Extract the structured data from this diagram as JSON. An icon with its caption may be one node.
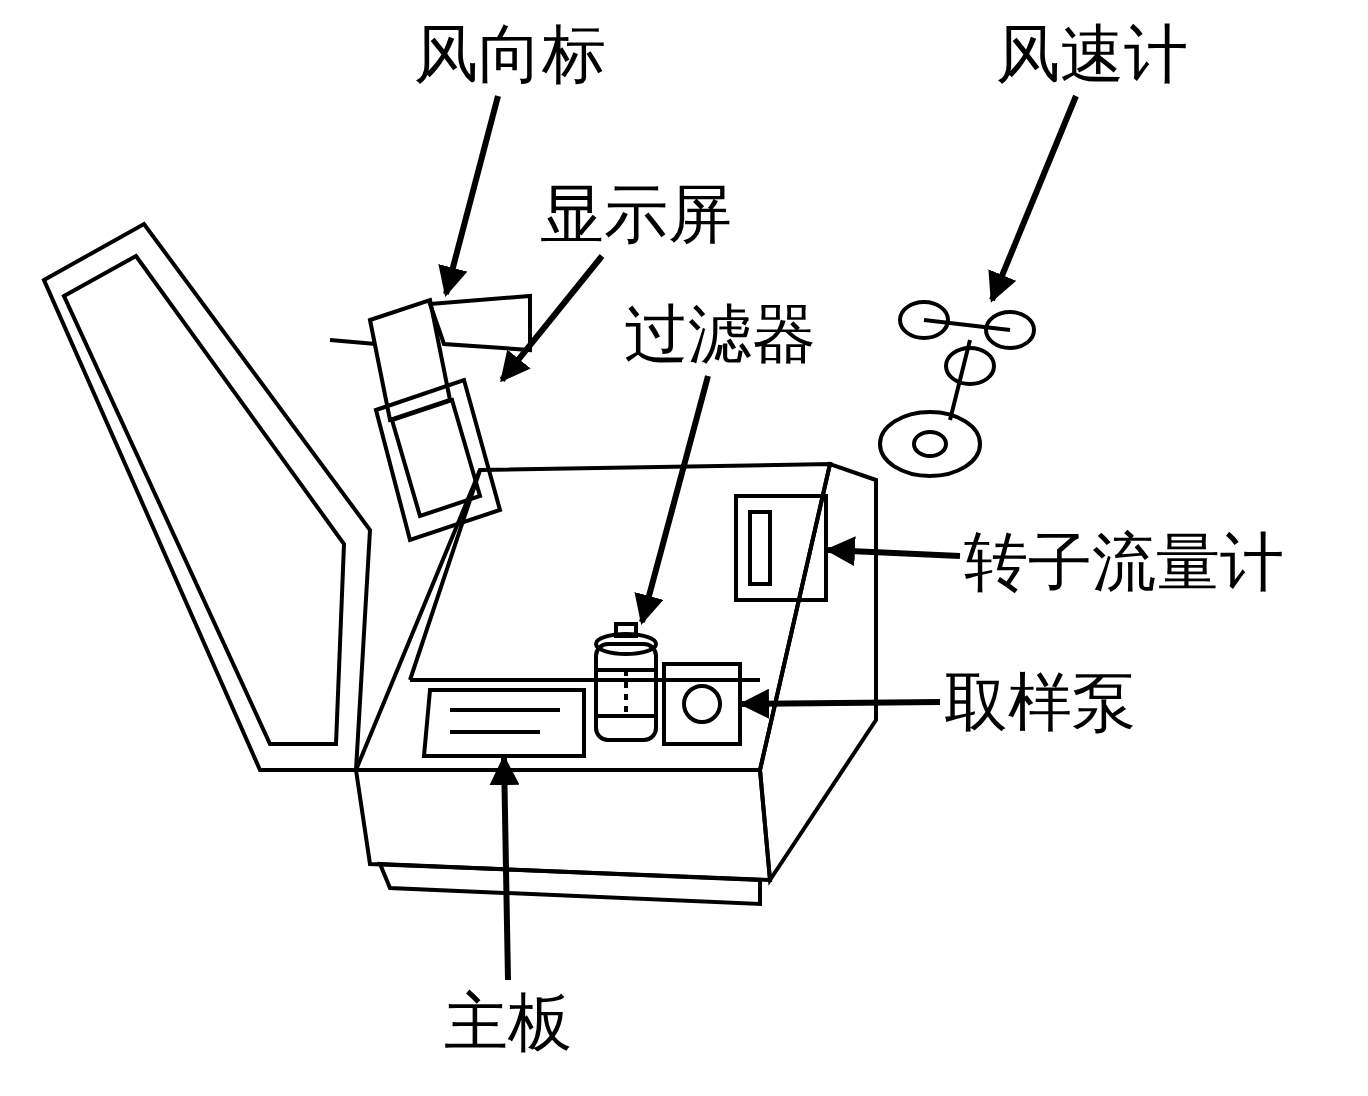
{
  "diagram": {
    "nodes": [
      {
        "text": [
          "风向标"
        ]
      },
      {
        "text": [],
        "shape": "picture"
      },
      {
        "text": [
          "风速计"
        ]
      },
      {
        "text": [],
        "shape": "picture"
      },
      {
        "text": [
          "显示屏"
        ]
      },
      {
        "text": [],
        "shape": "picture"
      },
      {
        "text": [
          "过滤器"
        ]
      },
      {
        "text": [],
        "shape": "picture"
      },
      {
        "text": [
          "转子流量计"
        ]
      },
      {
        "text": [],
        "shape": "picture"
      },
      {
        "text": [
          "取样泵"
        ]
      },
      {
        "text": [],
        "shape": "picture"
      },
      {
        "text": [
          "主板"
        ]
      },
      {
        "text": [],
        "shape": "picture"
      }
    ],
    "edges": [
      {
        "from": 0,
        "to": 1,
        "arrow": "to"
      },
      {
        "from": 2,
        "to": 3,
        "arrow": "to"
      },
      {
        "from": 4,
        "to": 5,
        "arrow": "to"
      },
      {
        "from": 6,
        "to": 7,
        "arrow": "to"
      },
      {
        "from": 8,
        "to": 9,
        "arrow": "to"
      },
      {
        "from": 10,
        "to": 11,
        "arrow": "to"
      },
      {
        "from": 12,
        "to": 13,
        "arrow": "to"
      }
    ]
  }
}
